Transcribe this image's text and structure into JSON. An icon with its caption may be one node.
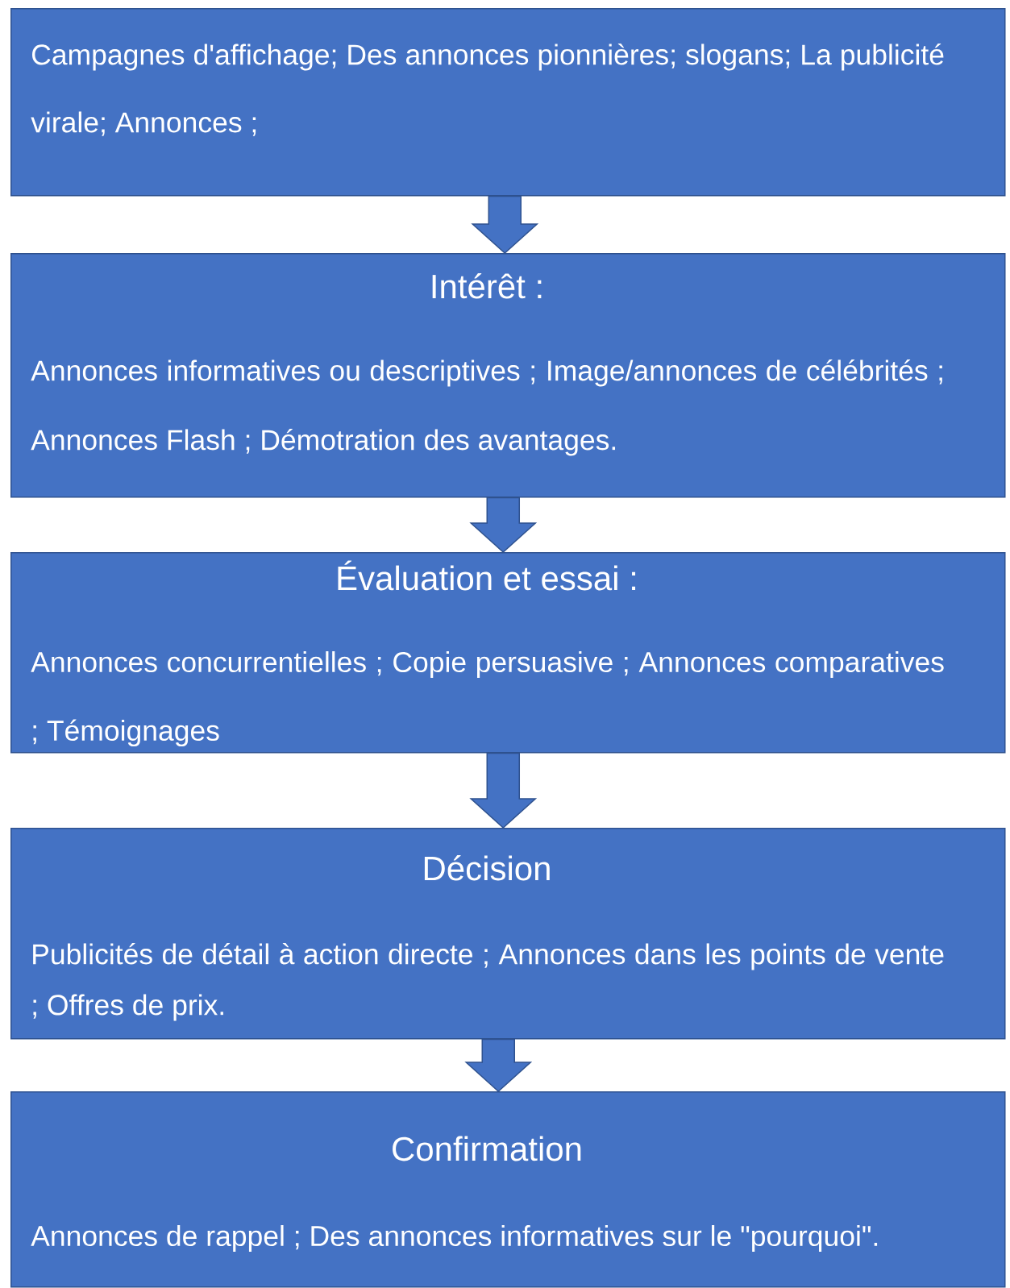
{
  "diagram": {
    "nodes": [
      {
        "text": [
          "Campagnes d'affichage;  Des annonces pionnières;  slogans; La publicité virale; Annonces ;"
        ]
      },
      {
        "text": [
          "Intérêt :",
          "Annonces informatives ou descriptives ; Image/annonces de célébrités ; Annonces Flash ; Démotration des avantages."
        ]
      },
      {
        "text": [
          "Évaluation et essai :",
          "Annonces concurrentielles ; Copie persuasive ; Annonces comparatives ; Témoignages"
        ]
      },
      {
        "text": [
          "Décision",
          "Publicités de détail à action directe ; Annonces dans les points de vente ; Offres de prix."
        ]
      },
      {
        "text": [
          "Confirmation",
          "Annonces de rappel ; Des annonces informatives sur le \"pourquoi\"."
        ]
      }
    ],
    "edges": [
      {
        "from": 0,
        "to": 1,
        "arrow": "to"
      },
      {
        "from": 1,
        "to": 2,
        "arrow": "to"
      },
      {
        "from": 2,
        "to": 3,
        "arrow": "to"
      },
      {
        "from": 3,
        "to": 4,
        "arrow": "to"
      }
    ]
  }
}
